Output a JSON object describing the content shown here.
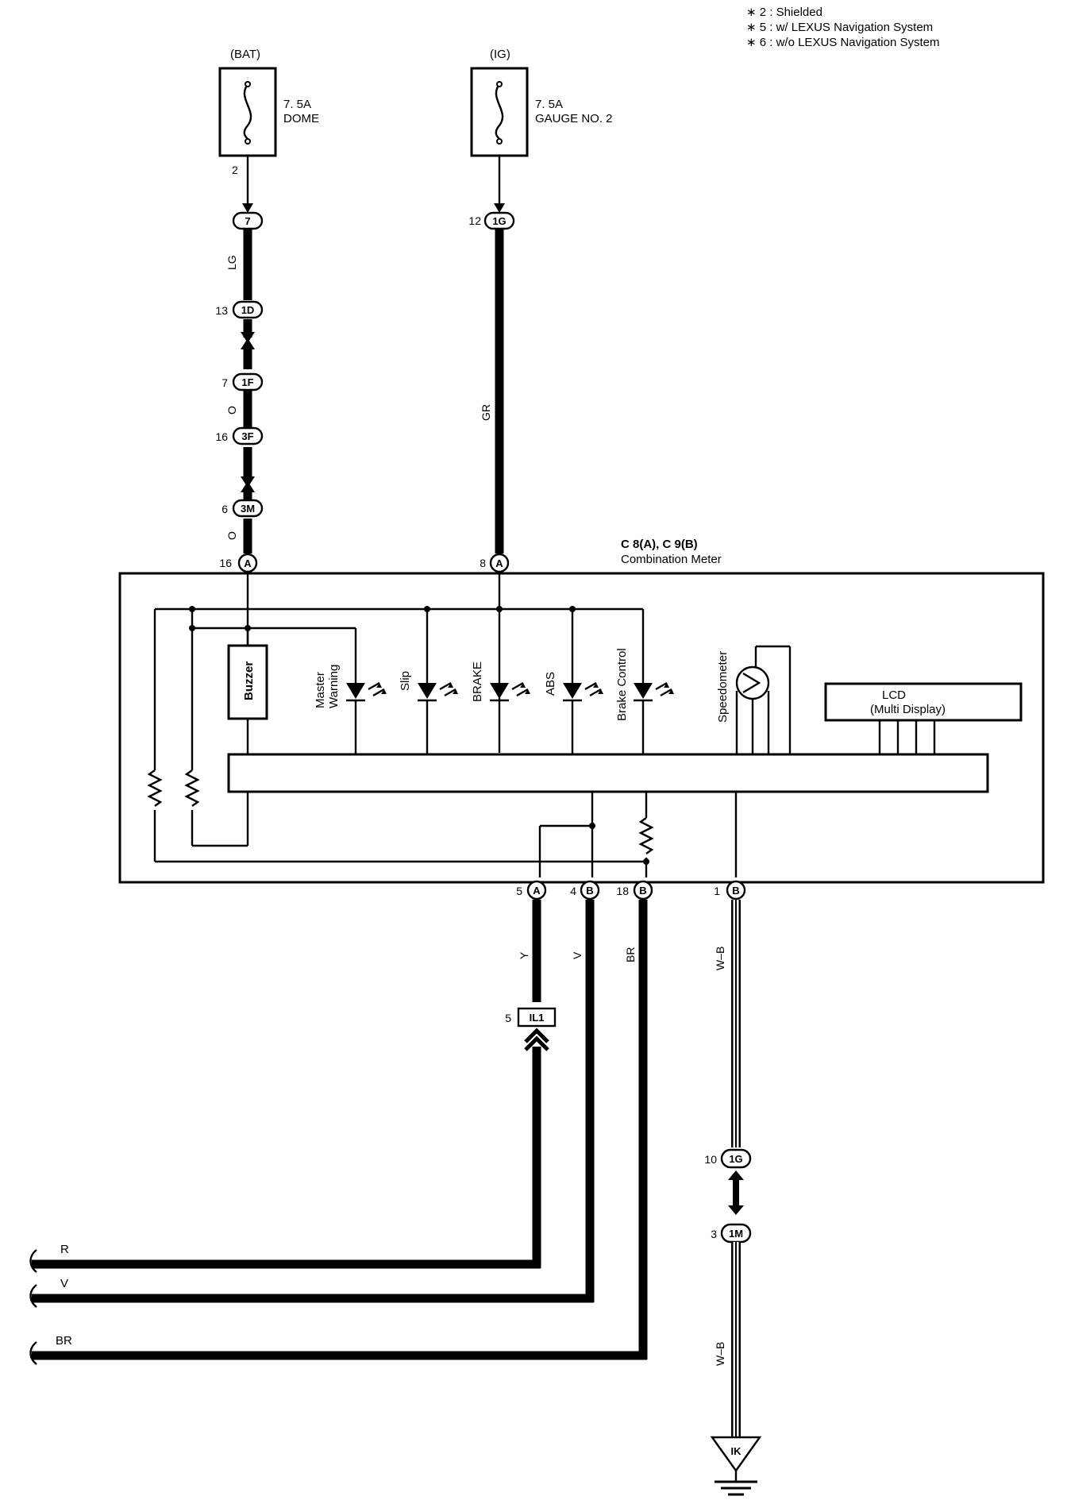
{
  "notes": [
    "∗ 2 : Shielded",
    "∗ 5 : w/ LEXUS Navigation System",
    "∗ 6 : w/o LEXUS Navigation System"
  ],
  "fuses": [
    {
      "source": "(BAT)",
      "rating": "7. 5A",
      "name": "DOME",
      "pin": "2"
    },
    {
      "source": "(IG)",
      "rating": "7. 5A",
      "name": "GAUGE NO. 2"
    }
  ],
  "connectors": {
    "j7": {
      "pin": "",
      "id": "7"
    },
    "j1D": {
      "pin": "13",
      "id": "1D"
    },
    "j1F": {
      "pin": "7",
      "id": "1F"
    },
    "j3F": {
      "pin": "16",
      "id": "3F"
    },
    "j3M": {
      "pin": "6",
      "id": "3M"
    },
    "cA16": {
      "pin": "16",
      "id": "A"
    },
    "j1G": {
      "pin": "12",
      "id": "1G"
    },
    "cA8": {
      "pin": "8",
      "id": "A"
    },
    "cA5": {
      "pin": "5",
      "id": "A"
    },
    "cB4": {
      "pin": "4",
      "id": "B"
    },
    "cB18": {
      "pin": "18",
      "id": "B"
    },
    "cB1": {
      "pin": "1",
      "id": "B"
    },
    "IL1": {
      "pin": "5",
      "id": "IL1"
    },
    "j1G_10": {
      "pin": "10",
      "id": "1G"
    },
    "j1M": {
      "pin": "3",
      "id": "1M"
    },
    "ground": {
      "id": "IK"
    }
  },
  "wire_colors": {
    "lg": "LG",
    "o1": "O",
    "o2": "O",
    "gr": "GR",
    "y": "Y",
    "v": "V",
    "br": "BR",
    "wb1": "W–B",
    "wb2": "W–B"
  },
  "meter": {
    "connector_ids": "C 8(A), C 9(B)",
    "name": "Combination Meter"
  },
  "components": {
    "buzzer": "Buzzer",
    "master1": "Master",
    "master2": "Warning",
    "slip": "Slip",
    "brake": "BRAKE",
    "abs": "ABS",
    "brake_control": "Brake Control",
    "speedometer": "Speedometer",
    "lcd1": "LCD",
    "lcd2": "(Multi Display)"
  },
  "bus_wires": [
    {
      "label": "R"
    },
    {
      "label": "V"
    },
    {
      "label": "BR"
    }
  ],
  "colors": {
    "ink": "#000000",
    "paper": "#ffffff"
  }
}
